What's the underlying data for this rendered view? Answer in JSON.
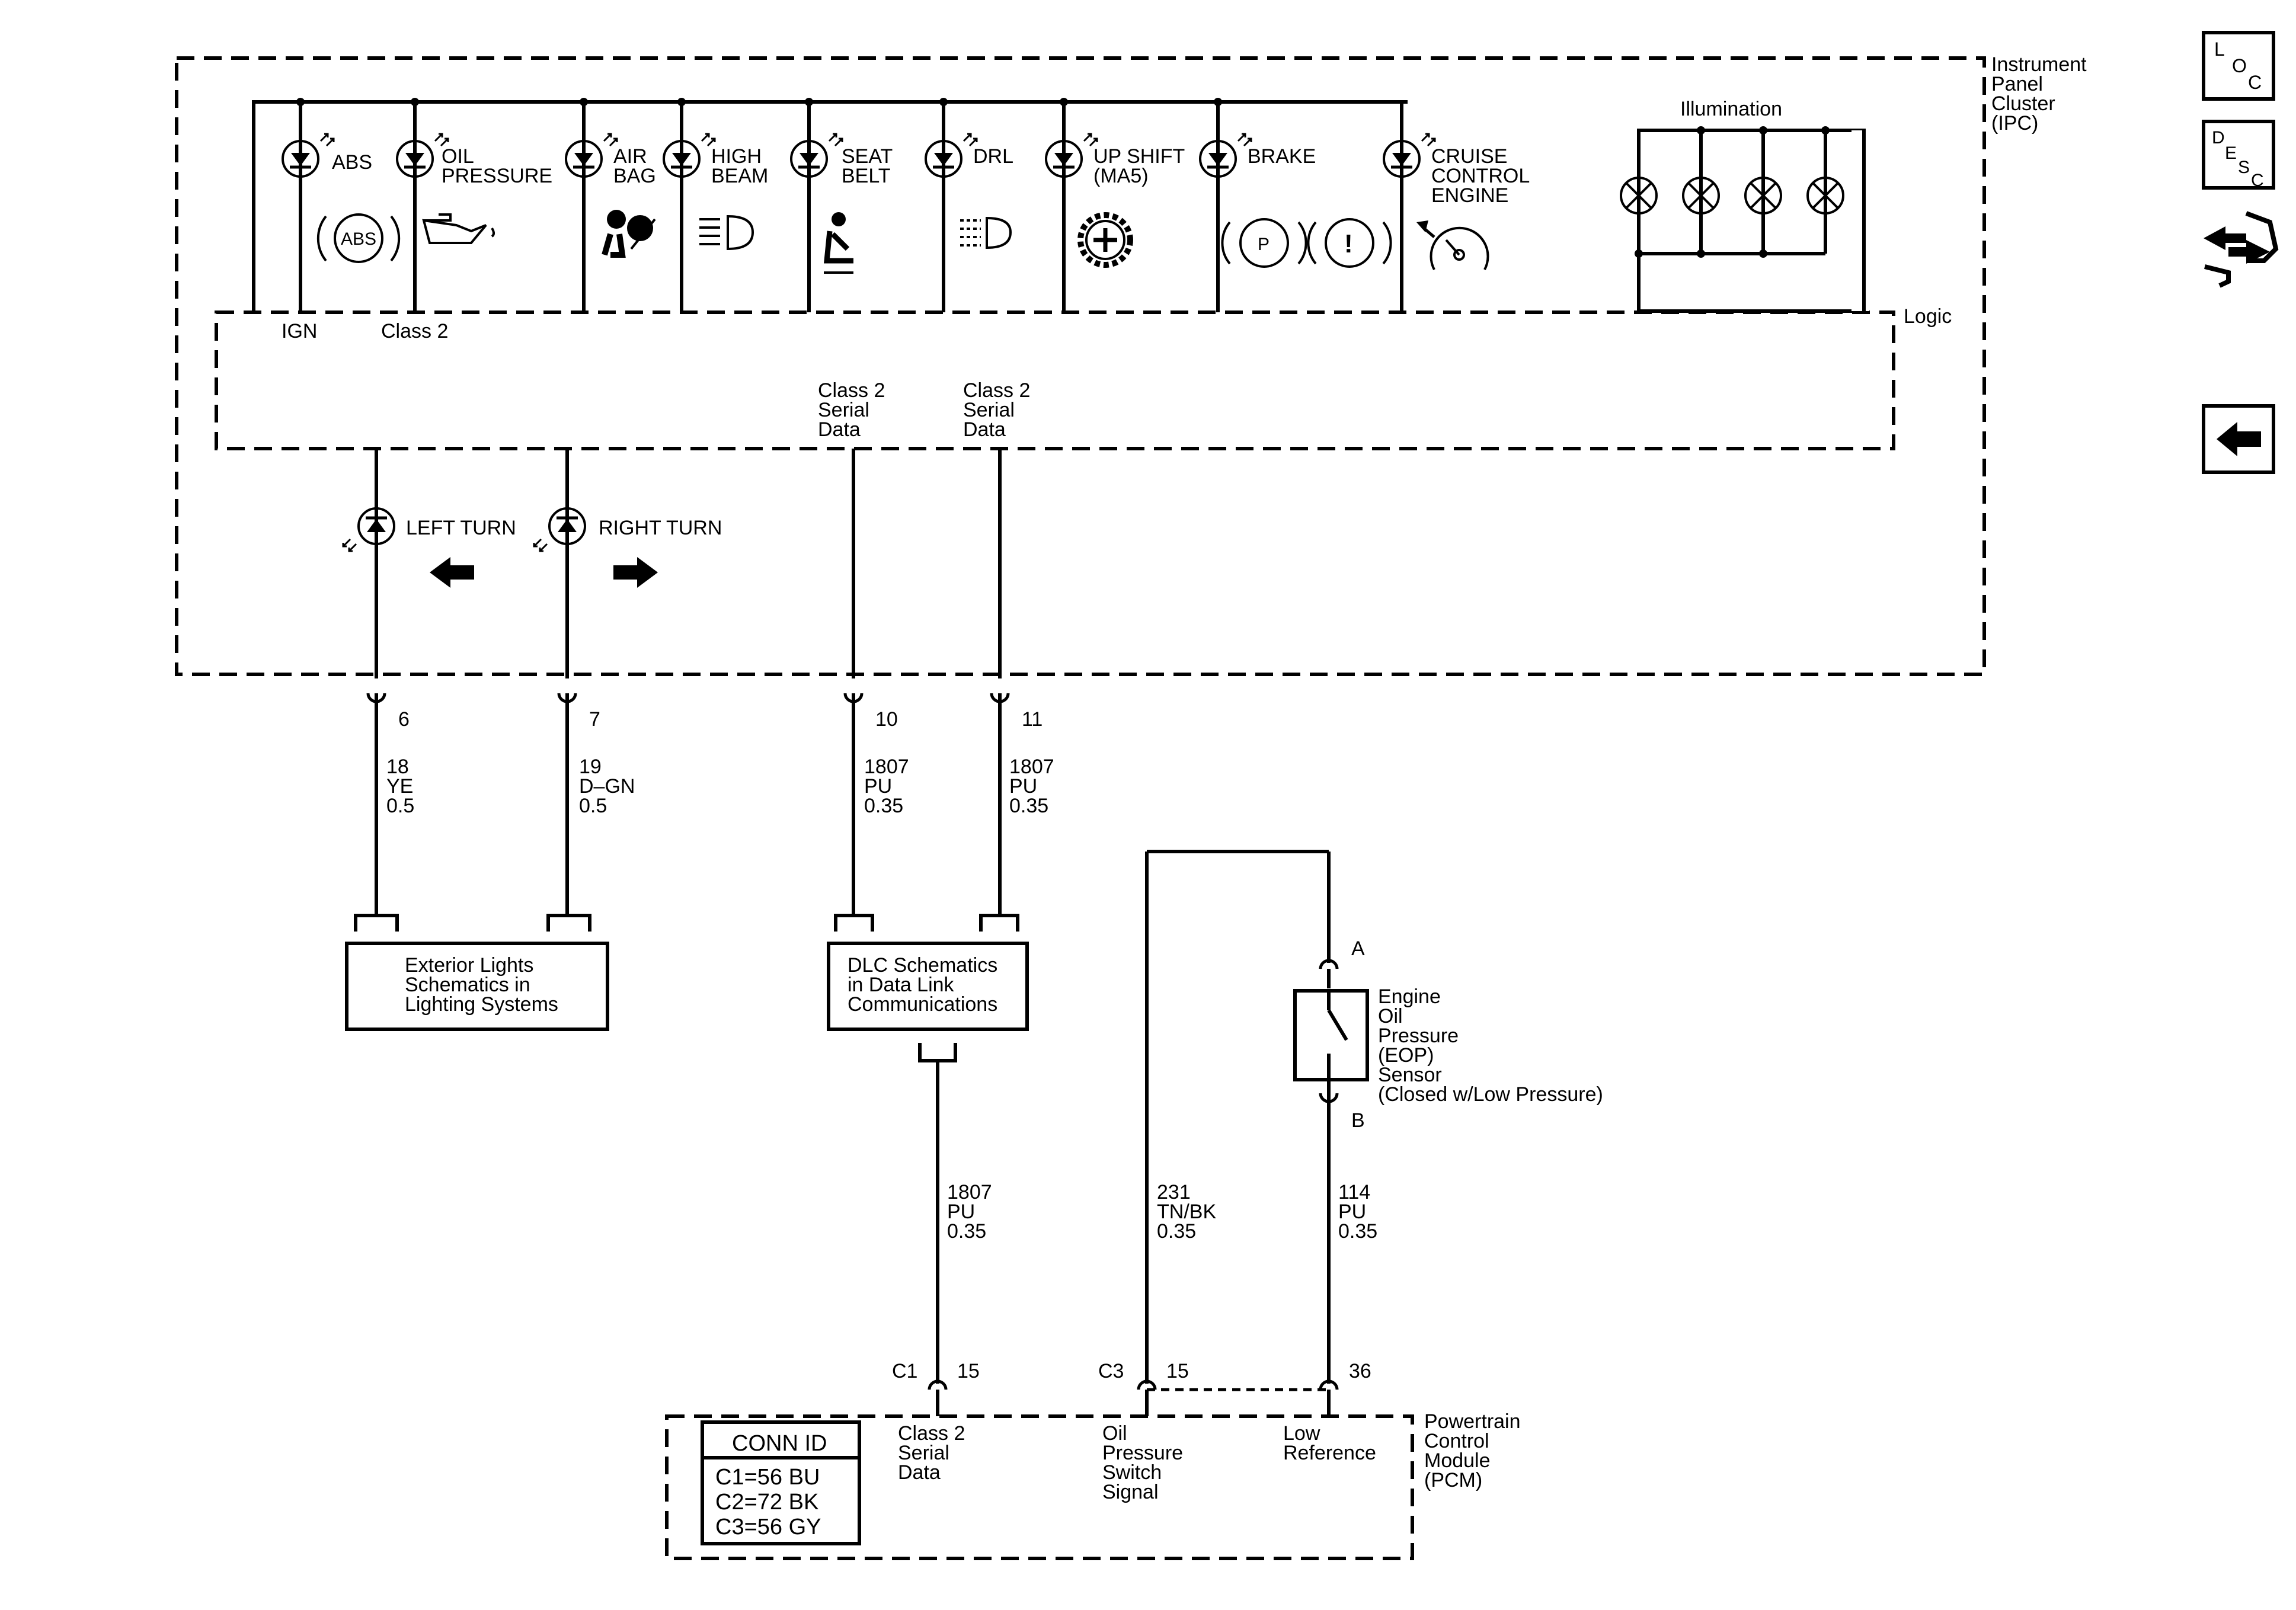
{
  "ipc": {
    "title_lines": [
      "Instrument",
      "Panel",
      "Cluster",
      "(IPC)"
    ],
    "logic_label": "Logic",
    "ign_label": "IGN",
    "class2_label": "Class 2",
    "illumination_label": "Illumination",
    "indicators": [
      {
        "key": "abs",
        "lines": [
          "ABS"
        ]
      },
      {
        "key": "oil",
        "lines": [
          "OIL",
          "PRESSURE"
        ]
      },
      {
        "key": "airbag",
        "lines": [
          "AIR",
          "BAG"
        ]
      },
      {
        "key": "highbeam",
        "lines": [
          "HIGH",
          "BEAM"
        ]
      },
      {
        "key": "seatbelt",
        "lines": [
          "SEAT",
          "BELT"
        ]
      },
      {
        "key": "drl",
        "lines": [
          "DRL"
        ]
      },
      {
        "key": "upshift",
        "lines": [
          "UP SHIFT",
          "(MA5)"
        ]
      },
      {
        "key": "brake",
        "lines": [
          "BRAKE"
        ]
      },
      {
        "key": "cruise",
        "lines": [
          "CRUISE",
          "CONTROL",
          "ENGINE"
        ]
      }
    ],
    "abs_symbol_text": "ABS",
    "brake_symbol_p": "P",
    "brake_symbol_excl": "!",
    "turn_left": "LEFT TURN",
    "turn_right": "RIGHT TURN",
    "serial_label_lines": [
      "Class 2",
      "Serial",
      "Data"
    ]
  },
  "pins": {
    "p6": "6",
    "p7": "7",
    "p10": "10",
    "p11": "11",
    "pinA": "A",
    "pinB": "B",
    "c1": "C1",
    "c1_pin": "15",
    "c3": "C3",
    "c3_pin": "15",
    "pin36": "36"
  },
  "wires": {
    "w6": [
      "18",
      "YE",
      "0.5"
    ],
    "w7": [
      "19",
      "D–GN",
      "0.5"
    ],
    "w10": [
      "1807",
      "PU",
      "0.35"
    ],
    "w11": [
      "1807",
      "PU",
      "0.35"
    ],
    "wdlc": [
      "1807",
      "PU",
      "0.35"
    ],
    "w231": [
      "231",
      "TN/BK",
      "0.35"
    ],
    "w114": [
      "114",
      "PU",
      "0.35"
    ]
  },
  "blocks": {
    "ext_lights": [
      "Exterior Lights",
      "Schematics in",
      "Lighting Systems"
    ],
    "dlc": [
      "DLC Schematics",
      "in Data Link",
      "Communications"
    ]
  },
  "eop": [
    "Engine",
    "Oil",
    "Pressure",
    "(EOP)",
    "Sensor",
    "(Closed w/Low Pressure)"
  ],
  "pcm": {
    "title_lines": [
      "Powertrain",
      "Control",
      "Module",
      "(PCM)"
    ],
    "class2": [
      "Class 2",
      "Serial",
      "Data"
    ],
    "oil_signal": [
      "Oil",
      "Pressure",
      "Switch",
      "Signal"
    ],
    "low_ref": [
      "Low",
      "Reference"
    ],
    "conn_id_title": "CONN ID",
    "conn_ids": [
      "C1=56 BU",
      "C2=72 BK",
      "C3=56 GY"
    ]
  },
  "nav": {
    "loc": [
      "L",
      "O",
      "C"
    ],
    "desc": [
      "D",
      "E",
      "S",
      "C"
    ]
  }
}
